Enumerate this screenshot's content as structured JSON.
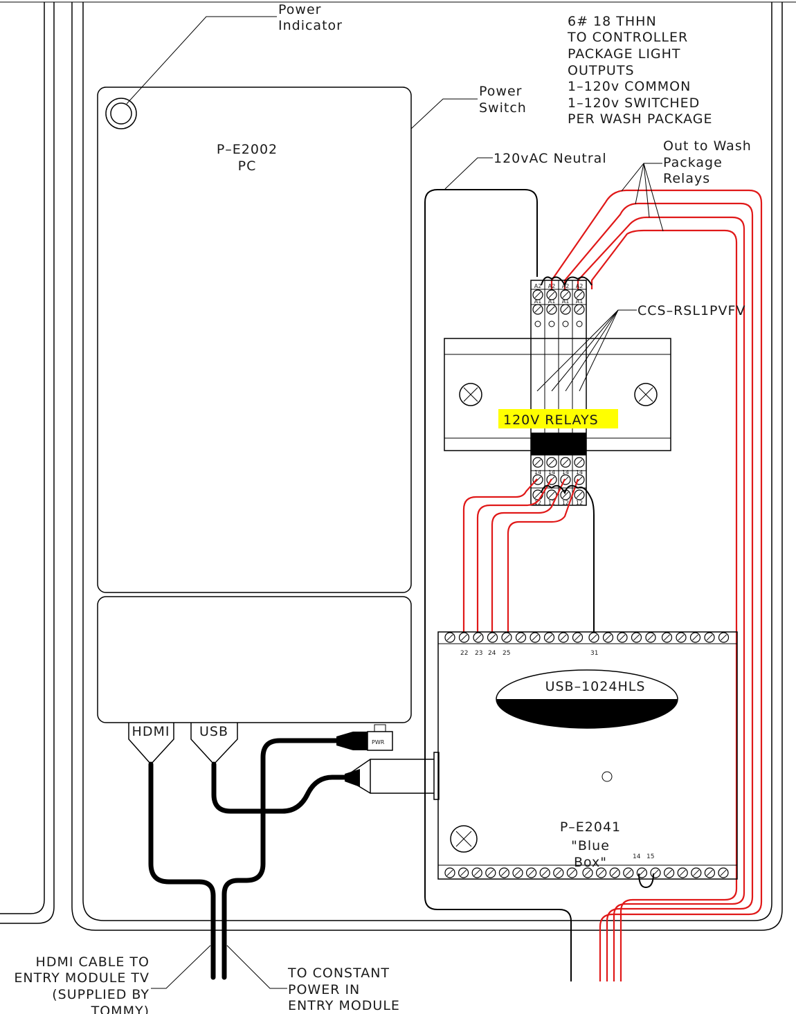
{
  "labels": {
    "power_indicator": [
      "Power",
      "Indicator"
    ],
    "power_switch": [
      "Power",
      "Switch"
    ],
    "pc": [
      "P–E2002",
      "PC"
    ],
    "wire_note": [
      "6# 18 THHN",
      "TO CONTROLLER",
      "PACKAGE LIGHT",
      "OUTPUTS",
      "1–120v COMMON",
      "1–120v SWITCHED",
      "PER WASH PACKAGE"
    ],
    "neutral": "120vAC Neutral",
    "out_to_wash": [
      "Out to Wash",
      "Package",
      "Relays"
    ],
    "relay_model": "CCS–RSL1PVFV",
    "relays_highlight": "120V RELAYS",
    "hdmi_port": "HDMI",
    "usb_port": "USB",
    "pwr": "PWR",
    "usb_module": "USB–1024HLS",
    "blue_box": [
      "P–E2041",
      "\"Blue",
      "Box\""
    ],
    "top_terminals": [
      "22",
      "23",
      "24",
      "25",
      "31"
    ],
    "bottom_terminals": [
      "14",
      "15"
    ],
    "relay_top_marks": [
      "A2",
      "A2",
      "A2",
      "A2"
    ],
    "relay_mid_marks": [
      "A1",
      "A1",
      "A1",
      "A1"
    ],
    "relay_low_marks": [
      "14",
      "14",
      "14",
      "14"
    ],
    "relay_bot_marks": [
      "12",
      "12",
      "12",
      "12"
    ],
    "hdmi_cable_note": [
      "HDMI CABLE TO",
      "ENTRY MODULE TV",
      "(SUPPLIED BY",
      "TOMMY)"
    ],
    "constant_power_note": [
      "TO CONSTANT",
      "POWER IN",
      "ENTRY MODULE"
    ]
  },
  "colors": {
    "red_wire": "#e01818",
    "highlight": "#ffff00",
    "line": "#000000"
  }
}
